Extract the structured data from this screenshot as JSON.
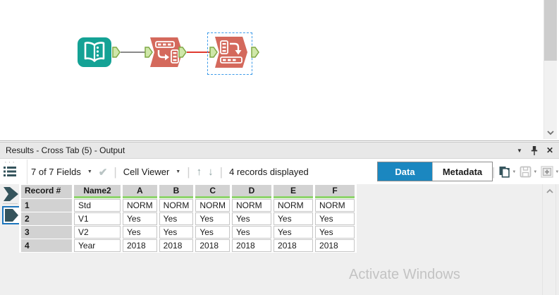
{
  "canvas": {
    "tools": [
      {
        "id": "input-data-tool",
        "kind": "input"
      },
      {
        "id": "transpose-tool",
        "kind": "transpose"
      },
      {
        "id": "cross-tab-tool",
        "kind": "cross-tab",
        "selected": true
      }
    ]
  },
  "results": {
    "title": "Results - Cross Tab (5) - Output",
    "toolbar": {
      "fields_summary": "7 of 7 Fields",
      "cell_viewer_label": "Cell Viewer",
      "records_status": "4 records displayed"
    },
    "tabs": [
      {
        "label": "Data",
        "active": true
      },
      {
        "label": "Metadata",
        "active": false
      }
    ],
    "table": {
      "columns": [
        "Record #",
        "Name2",
        "A",
        "B",
        "C",
        "D",
        "E",
        "F"
      ],
      "rows": [
        {
          "record": "1",
          "cells": [
            "Std",
            "NORM",
            "NORM",
            "NORM",
            "NORM",
            "NORM",
            "NORM"
          ]
        },
        {
          "record": "2",
          "cells": [
            "V1",
            "Yes",
            "Yes",
            "Yes",
            "Yes",
            "Yes",
            "Yes"
          ]
        },
        {
          "record": "3",
          "cells": [
            "V2",
            "Yes",
            "Yes",
            "Yes",
            "Yes",
            "Yes",
            "Yes"
          ]
        },
        {
          "record": "4",
          "cells": [
            "Year",
            "2018",
            "2018",
            "2018",
            "2018",
            "2018",
            "2018"
          ]
        }
      ]
    }
  },
  "watermark": "Activate Windows",
  "icons": {
    "dropdown_caret": "▼",
    "window_caret": "▼",
    "close": "✕",
    "check": "✔",
    "arrow_up": "↑",
    "arrow_down": "↓",
    "drag_dots": "···"
  },
  "colors": {
    "tool_teal": "#14A295",
    "tool_orange": "#D4695C",
    "anchor_green_fill": "#CFE7A9",
    "anchor_green_border": "#7FA845",
    "connection_gray": "#8A8A8A",
    "connection_red": "#E03B30",
    "selection_blue": "#3D9BE9",
    "active_tab_blue": "#1B87C0",
    "header_type_green": "#8ED46B",
    "dark_teal_icon": "#35545C"
  }
}
